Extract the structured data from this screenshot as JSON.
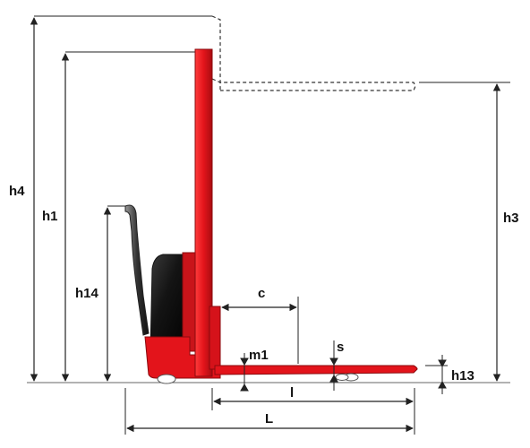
{
  "colors": {
    "body_red": "#e3141b",
    "body_red_dark": "#b30e13",
    "battery_black": "#141414",
    "dimension_line": "#222222",
    "dashed_outline": "#333333",
    "background": "#ffffff"
  },
  "dimensions": {
    "h4": "h4",
    "h1": "h1",
    "h14": "h14",
    "h3": "h3",
    "c": "c",
    "m1": "m1",
    "s": "s",
    "h13": "h13",
    "l": "l",
    "L": "L"
  }
}
